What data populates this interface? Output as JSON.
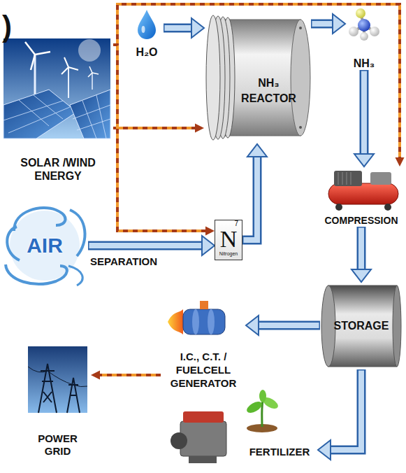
{
  "diagram": {
    "nodes": [
      {
        "text": [
          "SOLAR /WIND ENERGY"
        ]
      },
      {
        "text": [
          "H₂O"
        ]
      },
      {
        "text": [
          "NH₃ REACTOR"
        ]
      },
      {
        "text": [
          "NH₃"
        ]
      },
      {
        "text": [
          "AIR"
        ]
      },
      {
        "text": [
          "7",
          "N",
          "Nitrogen"
        ]
      },
      {
        "text": [
          "COMPRESSION"
        ]
      },
      {
        "text": [
          "STORAGE"
        ]
      },
      {
        "text": [
          "I.C., C.T. / FUELCELL GENERATOR"
        ]
      },
      {
        "text": [
          "FERTILIZER"
        ]
      },
      {
        "text": [
          "POWER GRID"
        ]
      }
    ],
    "edges": [
      {
        "from": 1,
        "to": 2,
        "arrow": "to"
      },
      {
        "from": 2,
        "to": 3,
        "arrow": "to"
      },
      {
        "from": 3,
        "to": 6,
        "arrow": "to"
      },
      {
        "from": 4,
        "to": 5,
        "label": "SEPARATION",
        "arrow": "to"
      },
      {
        "from": 5,
        "to": 2,
        "arrow": "to"
      },
      {
        "from": 6,
        "to": 7,
        "arrow": "to"
      },
      {
        "from": 7,
        "to": 8,
        "arrow": "to"
      },
      {
        "from": 7,
        "to": 9,
        "arrow": "to"
      },
      {
        "from": 8,
        "to": 10,
        "arrow": "to"
      },
      {
        "from": 0,
        "to": 2,
        "arrow": "to"
      },
      {
        "from": 0,
        "to": 6,
        "arrow": "to"
      },
      {
        "from": 0,
        "to": 5,
        "arrow": "to"
      }
    ],
    "labels": [
      ")"
    ]
  }
}
